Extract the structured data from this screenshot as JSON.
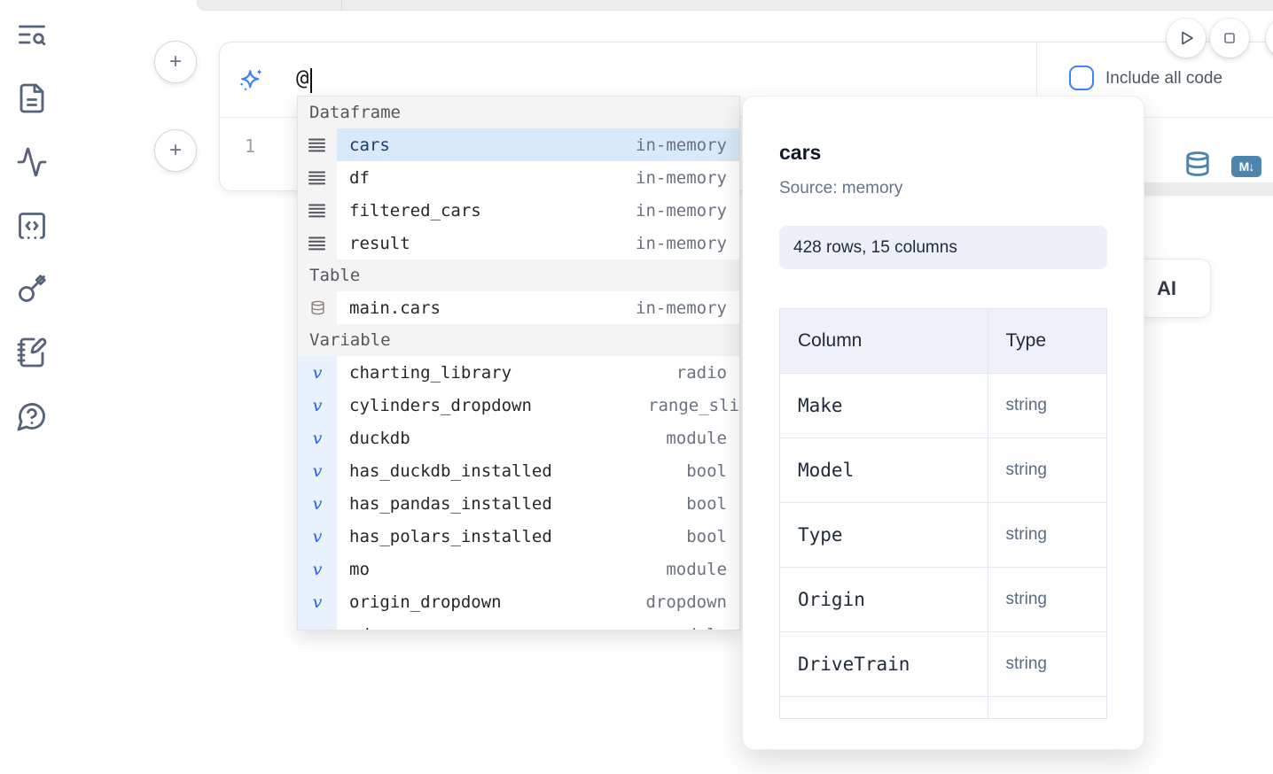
{
  "colors": {
    "accent_blue": "#3d82f6",
    "steel_blue": "#4e85ae",
    "selected_row_bg": "#d7e9fa"
  },
  "glyphs": {
    "variable": "v",
    "markdown_badge": "M↓",
    "plus": "+"
  },
  "sidebar": {
    "icons": [
      "list-search",
      "file-document",
      "activity",
      "code-block",
      "key",
      "notebook-pen",
      "help-chat"
    ]
  },
  "prompt": {
    "value": "@",
    "include_all_code_label": "Include all code"
  },
  "cell": {
    "line_number": "1"
  },
  "background_button": {
    "label": "AI"
  },
  "autocomplete": {
    "sections": [
      {
        "label": "Dataframe",
        "items": [
          {
            "name": "cars",
            "type": "in-memory"
          },
          {
            "name": "df",
            "type": "in-memory"
          },
          {
            "name": "filtered_cars",
            "type": "in-memory"
          },
          {
            "name": "result",
            "type": "in-memory"
          }
        ]
      },
      {
        "label": "Table",
        "items": [
          {
            "name": "main.cars",
            "type": "in-memory"
          }
        ]
      },
      {
        "label": "Variable",
        "items": [
          {
            "name": "charting_library",
            "type": "radio"
          },
          {
            "name": "cylinders_dropdown",
            "type": "range_sli"
          },
          {
            "name": "duckdb",
            "type": "module"
          },
          {
            "name": "has_duckdb_installed",
            "type": "bool"
          },
          {
            "name": "has_pandas_installed",
            "type": "bool"
          },
          {
            "name": "has_polars_installed",
            "type": "bool"
          },
          {
            "name": "mo",
            "type": "module"
          },
          {
            "name": "origin_dropdown",
            "type": "dropdown"
          },
          {
            "name": "pd",
            "type": "module"
          }
        ]
      }
    ]
  },
  "preview": {
    "title": "cars",
    "source": "Source: memory",
    "shape": "428 rows, 15 columns",
    "table": {
      "headers": [
        "Column",
        "Type"
      ],
      "rows": [
        [
          "Make",
          "string"
        ],
        [
          "Model",
          "string"
        ],
        [
          "Type",
          "string"
        ],
        [
          "Origin",
          "string"
        ],
        [
          "DriveTrain",
          "string"
        ],
        [
          "",
          ""
        ]
      ]
    }
  }
}
